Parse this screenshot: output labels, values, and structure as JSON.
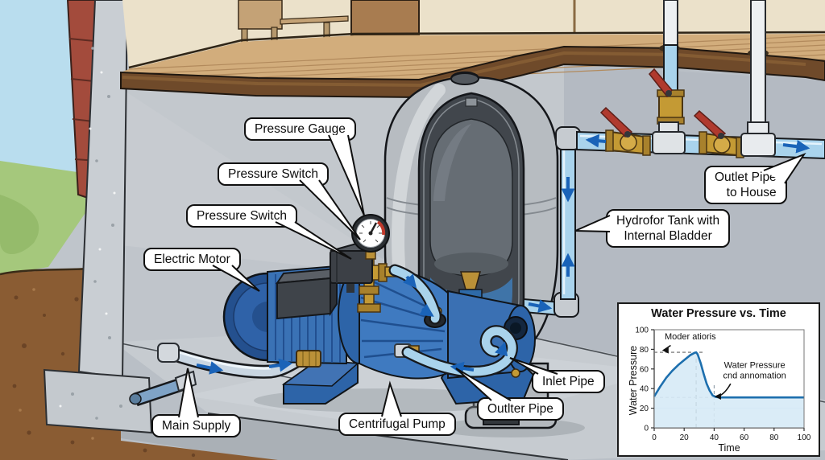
{
  "labels": {
    "pressure_gauge": "Pressure Gauge",
    "pressure_switch_1": "Pressure Switch",
    "pressure_switch_2": "Pressure Switch",
    "electric_motor": "Electric Motor",
    "main_supply": "Main Supply",
    "centrifugal_pump": "Centrifugal Pump",
    "outlter_pipe": "Outlter Pipe",
    "inlet_pipe": "Inlet Pipe",
    "outlet_pipe_house_line1": "Outlet Pipe",
    "outlet_pipe_house_line2": "to House",
    "hydrofor_tank_line1": "Hydrofor Tank with",
    "hydrofor_tank_line2": "Internal Bladder"
  },
  "colors": {
    "pipe_blue": "#a9d3ec",
    "arrow_blue": "#1a63b8",
    "pump_blue": "#3f7ac0",
    "tank_gray": "#b7bcc1",
    "brass": "#c49a34",
    "valve_red": "#b03a2e",
    "soil_brown": "#8a5c33",
    "wood_tan": "#d2ad7c",
    "band_brown": "#6f4a2a",
    "wall_beige": "#ebe1ca",
    "chart_line": "#1d6fae",
    "chart_fill": "#d6eaf6"
  },
  "chart_data": {
    "type": "area",
    "title": "Water Pressure vs. Time",
    "xlabel": "Time",
    "ylabel": "Water Pressure",
    "xlim": [
      0,
      100
    ],
    "ylim": [
      0,
      100
    ],
    "xticks": [
      0,
      20,
      40,
      60,
      80,
      100
    ],
    "yticks": [
      0,
      20,
      40,
      60,
      80,
      100
    ],
    "points": [
      [
        0,
        32
      ],
      [
        4,
        42
      ],
      [
        8,
        51
      ],
      [
        12,
        58
      ],
      [
        16,
        64
      ],
      [
        20,
        69
      ],
      [
        24,
        74
      ],
      [
        27,
        76.5
      ],
      [
        28,
        77
      ],
      [
        29,
        75
      ],
      [
        31,
        66
      ],
      [
        33,
        55
      ],
      [
        35,
        45
      ],
      [
        37,
        38
      ],
      [
        39,
        33
      ],
      [
        41,
        31.5
      ],
      [
        44,
        31
      ],
      [
        100,
        31
      ]
    ],
    "line_color": "#1d6fae",
    "fill_color": "#d6eaf6",
    "guides": [
      {
        "axis": "y",
        "value": 20,
        "from": 0,
        "to": 100,
        "color": "#c8dbe7",
        "dash": ""
      },
      {
        "axis": "y",
        "value": 77,
        "from": 0,
        "to": 33,
        "color": "#666666",
        "dash": "4,3"
      },
      {
        "axis": "x",
        "value": 28,
        "from": 0,
        "to": 77,
        "color": "#222222",
        "dash": "5,4"
      },
      {
        "axis": "y",
        "value": 31,
        "from": 0,
        "to": 100,
        "color": "#8a9aa5",
        "dash": "4,3"
      },
      {
        "axis": "x",
        "value": 40,
        "from": 0,
        "to": 45,
        "color": "#8a9aa5",
        "dash": "4,3"
      }
    ],
    "annotations": [
      {
        "lines": [
          "Moder atioris"
        ],
        "x": 7,
        "y": 90,
        "anchor": "start",
        "arrow": {
          "x1": 11,
          "y1": 84,
          "x2": 4,
          "y2": 79
        }
      },
      {
        "lines": [
          "Water Pressure",
          "cnd annomation"
        ],
        "x": 67,
        "y": 61,
        "anchor": "middle",
        "arrow": {
          "x1": 51,
          "y1": 45,
          "x2": 39,
          "y2": 32
        }
      }
    ],
    "legend": null,
    "grid": "partial"
  }
}
